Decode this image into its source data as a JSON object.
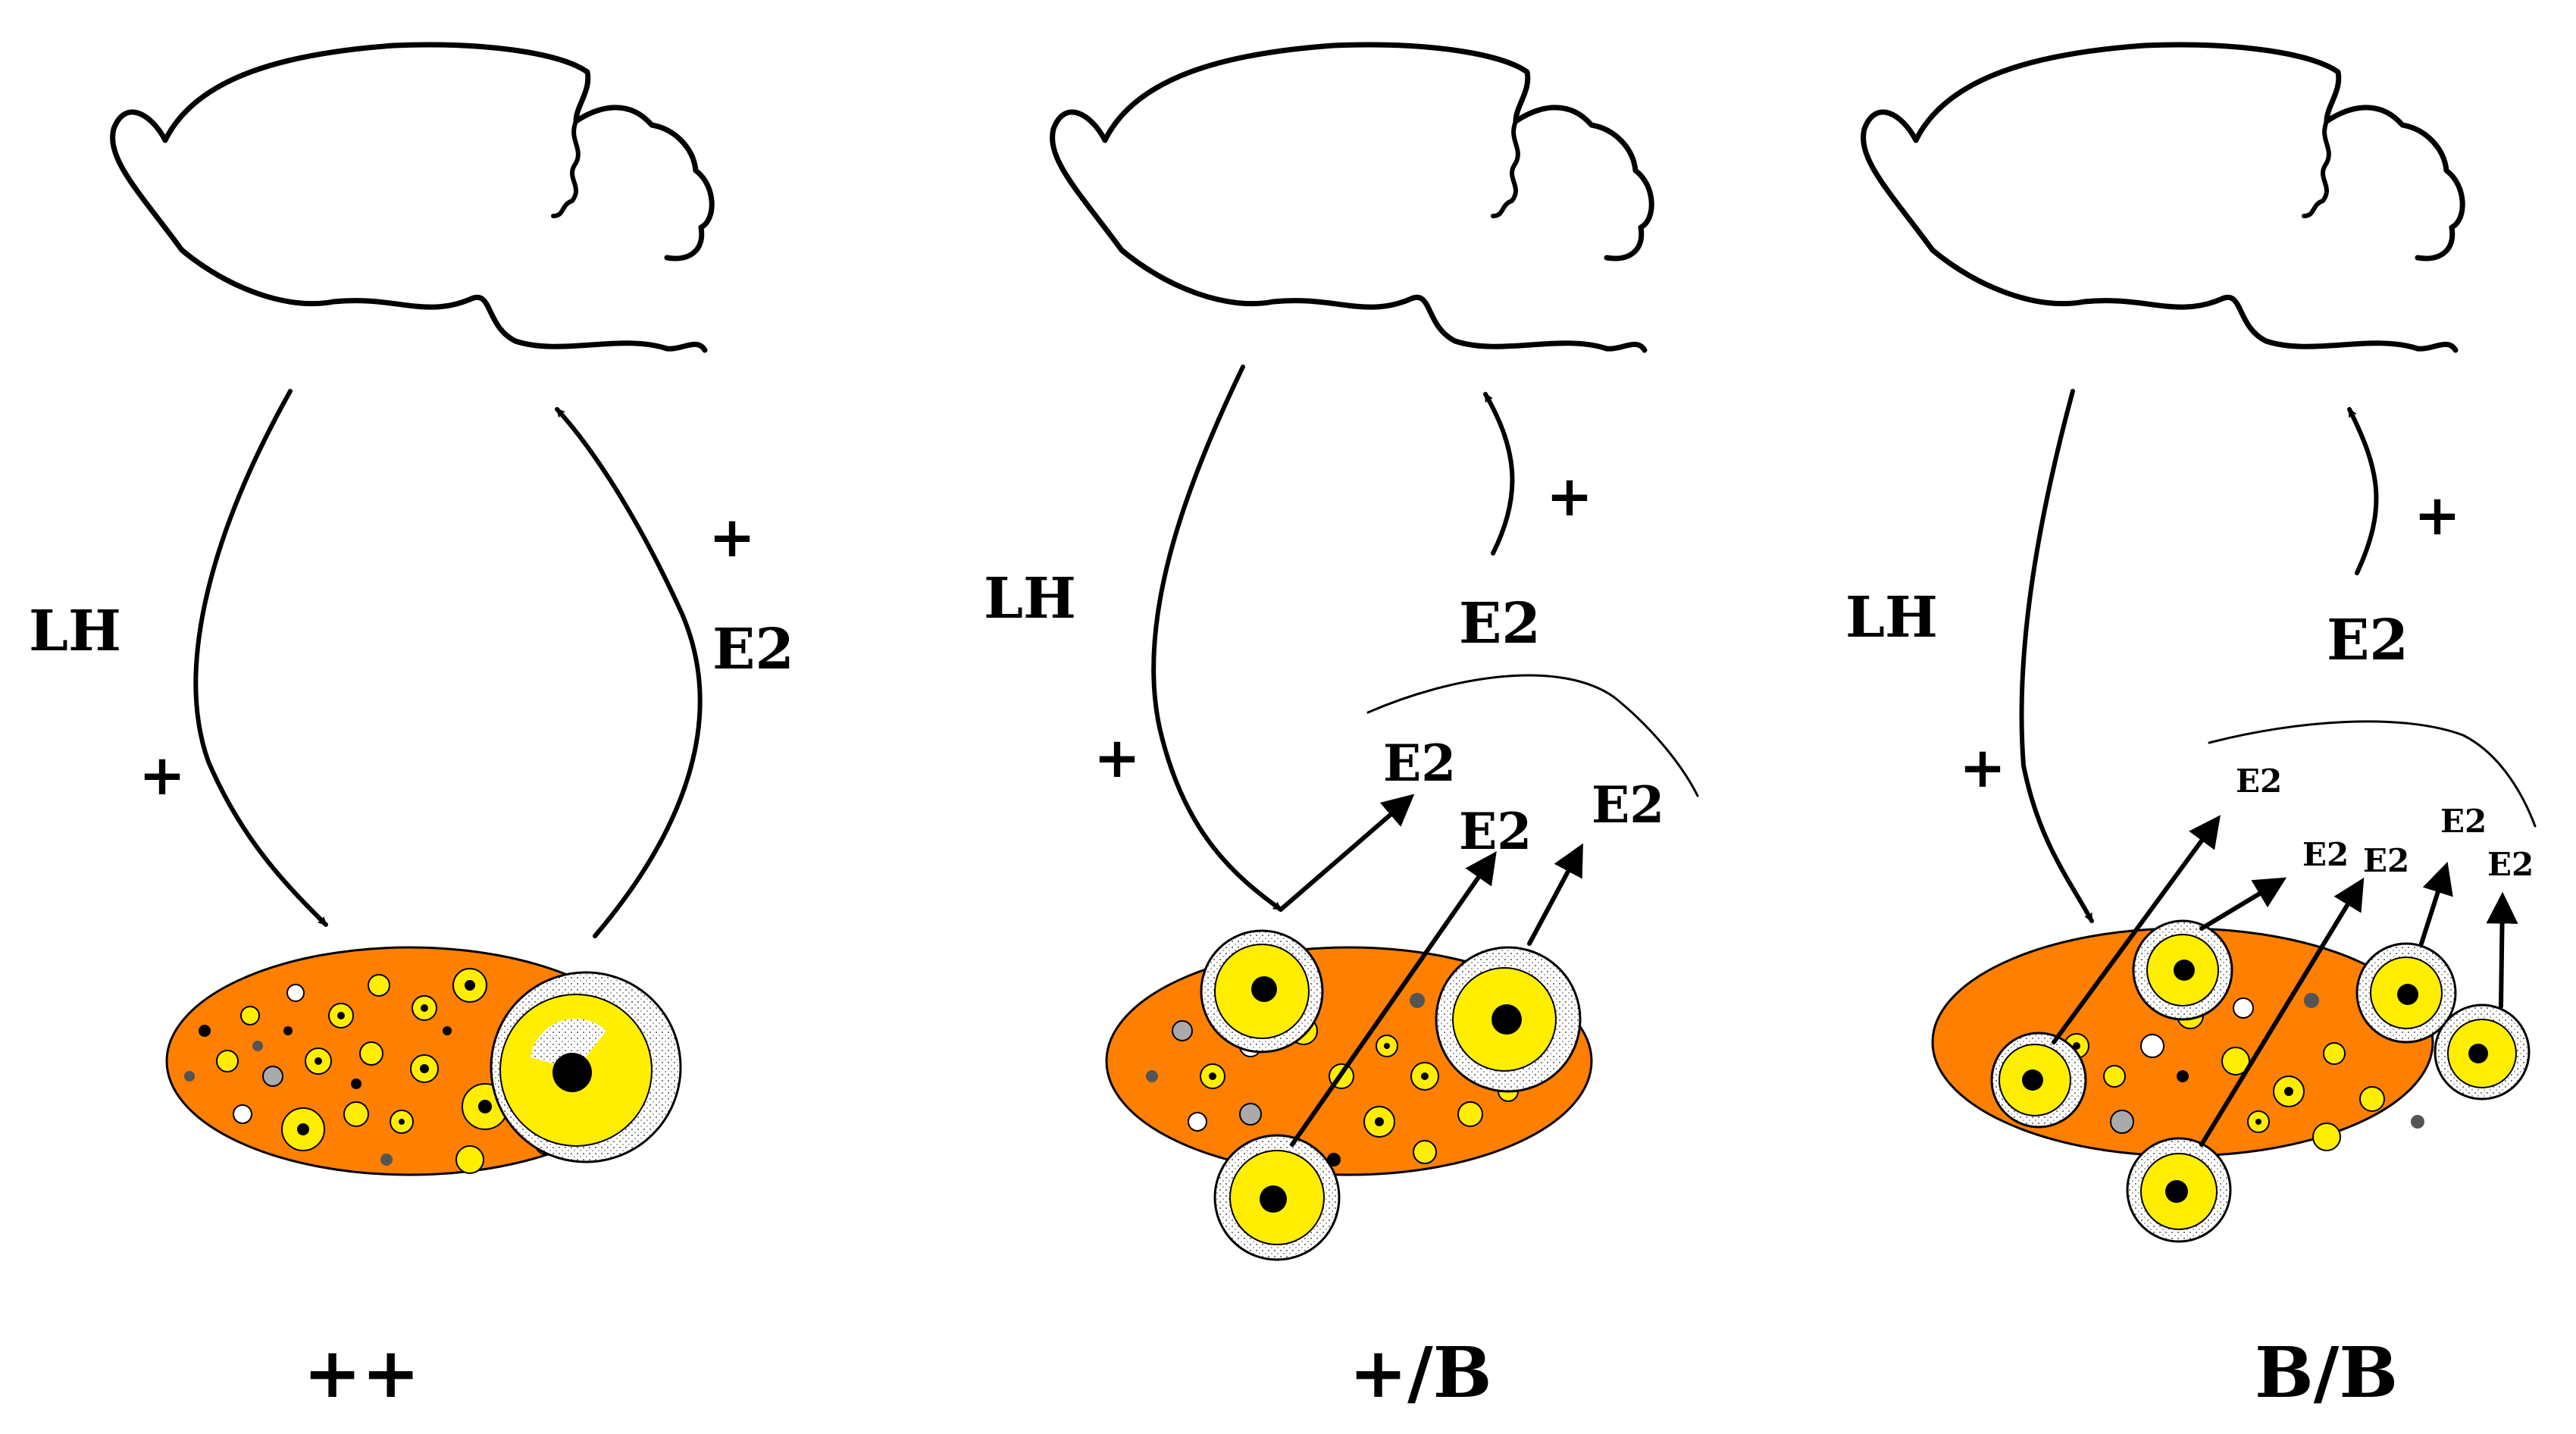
{
  "panels": [
    {
      "id": "wild-type",
      "genotype": "++",
      "lh_label": "LH",
      "lh_sign": "+",
      "e2_feedback_label": "E2",
      "e2_feedback_sign": "+"
    },
    {
      "id": "heterozygous",
      "genotype": "+/B",
      "lh_label": "LH",
      "lh_sign": "+",
      "e2_feedback_label": "E2",
      "e2_feedback_sign": "+",
      "e2_outputs": [
        "E2",
        "E2",
        "E2"
      ]
    },
    {
      "id": "homozygous",
      "genotype": "B/B",
      "lh_label": "LH",
      "lh_sign": "+",
      "e2_feedback_label": "E2",
      "e2_feedback_sign": "+",
      "e2_outputs": [
        "E2",
        "E2",
        "E2",
        "E2",
        "E2"
      ]
    }
  ],
  "colors": {
    "ovary": "#ff7f00",
    "follicle": "#ffee00",
    "antrum_white": "#ffffff",
    "oocyte": "#000000",
    "line": "#000000"
  }
}
